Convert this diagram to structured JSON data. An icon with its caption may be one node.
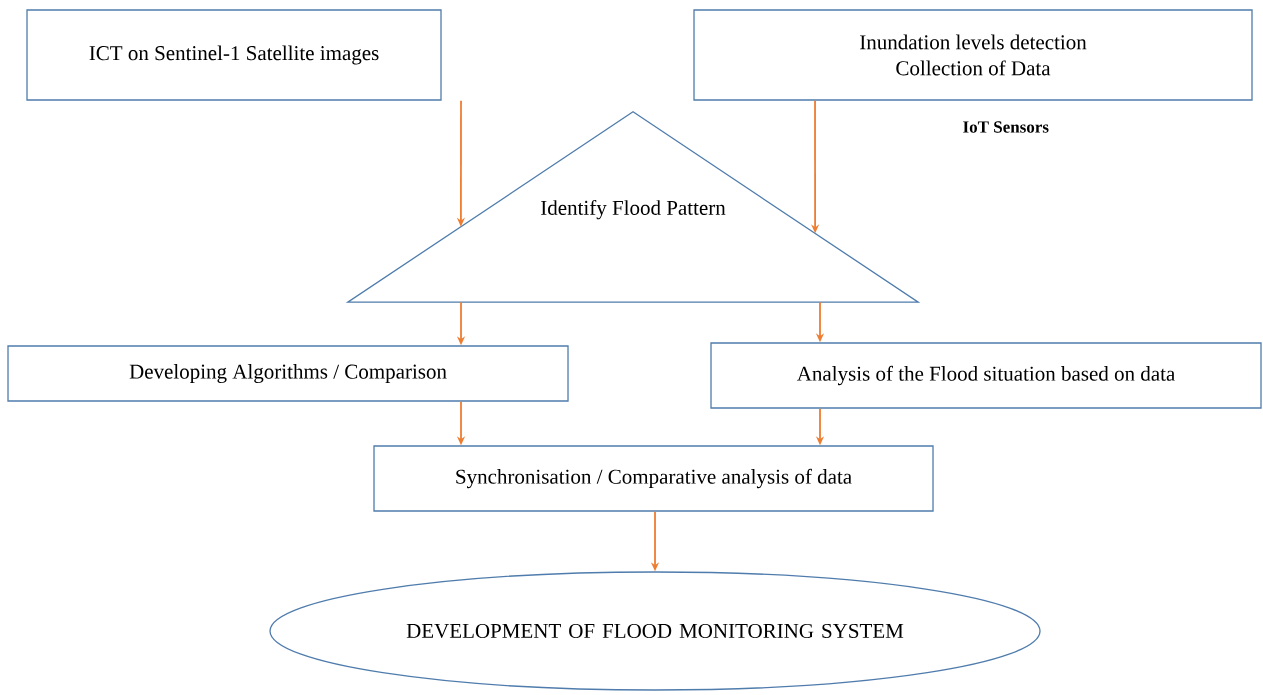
{
  "diagram": {
    "nodes": [
      {
        "text": [
          "ICT on Sentinel-1 Satellite images"
        ]
      },
      {
        "text": [
          "Inundation levels detection",
          "Collection of Data"
        ],
        "beside": [
          "IoT Sensors"
        ]
      },
      {
        "text": [
          "Identify Flood Pattern"
        ]
      },
      {
        "text": [
          "Developing Algorithms / Comparison"
        ]
      },
      {
        "text": [
          "Analysis of the Flood situation based on data"
        ]
      },
      {
        "text": [
          "Synchronisation / Comparative analysis of data"
        ]
      },
      {
        "text": [
          "DEVELOPMENT OF FLOOD MONITORING SYSTEM"
        ]
      }
    ],
    "edges": [
      {
        "from": 0,
        "to": 2,
        "arrow": "to"
      },
      {
        "from": 1,
        "to": 2,
        "arrow": "to"
      },
      {
        "from": 2,
        "to": 3,
        "arrow": "to"
      },
      {
        "from": 2,
        "to": 4,
        "arrow": "to"
      },
      {
        "from": 3,
        "to": 5,
        "arrow": "to"
      },
      {
        "from": 4,
        "to": 5,
        "arrow": "to"
      },
      {
        "from": 5,
        "to": 6,
        "arrow": "to"
      }
    ]
  }
}
